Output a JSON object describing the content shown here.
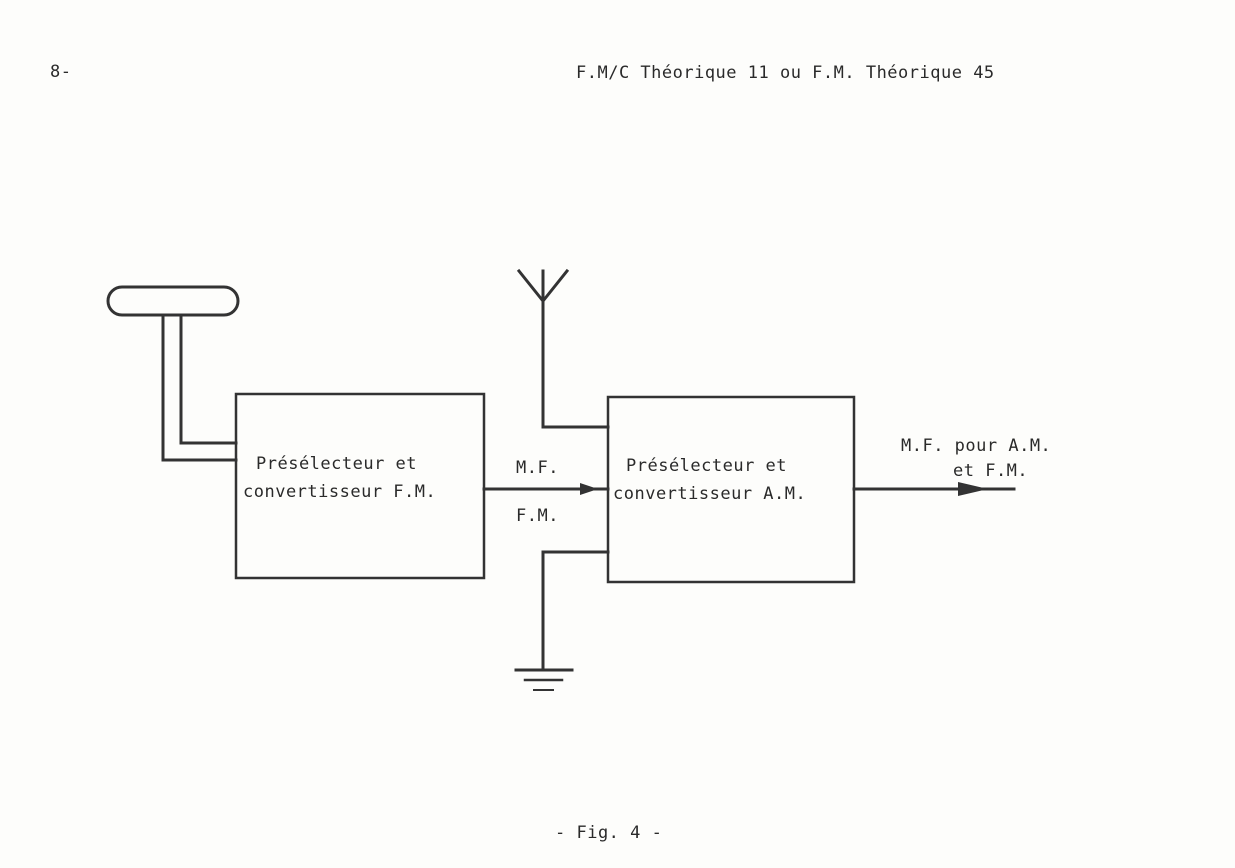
{
  "header": {
    "page_number": "8-",
    "title": "F.M/C Théorique 11  ou  F.M. Théorique 45"
  },
  "diagram": {
    "block_fm": {
      "line1": "Présélecteur et",
      "line2": "convertisseur F.M."
    },
    "block_am": {
      "line1": "Présélecteur et",
      "line2": "convertisseur A.M."
    },
    "link_label_top": "M.F.",
    "link_label_bottom": "F.M.",
    "output_label_line1": "M.F. pour A.M.",
    "output_label_line2": "et F.M."
  },
  "caption": "- Fig. 4 -"
}
